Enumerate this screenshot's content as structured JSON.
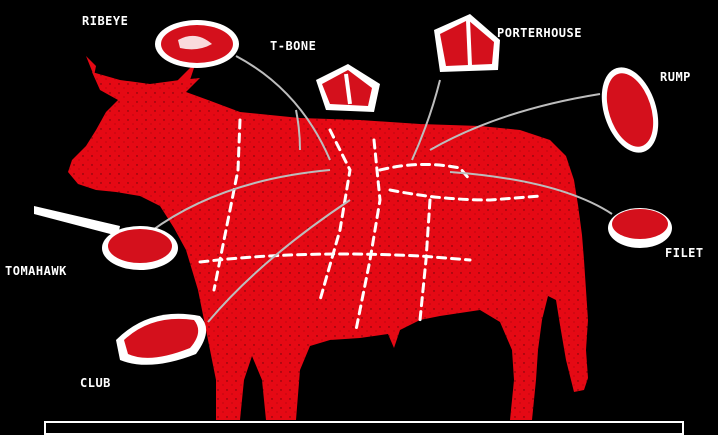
{
  "diagram": {
    "colors": {
      "background": "#000000",
      "cow": "#e50914",
      "meat": "#d4101c",
      "fat": "#ffffff",
      "leader_line": "#bdbdbd",
      "cut_line": "#ffffff"
    },
    "cuts": [
      {
        "id": "ribeye",
        "label": "RIBEYE"
      },
      {
        "id": "t-bone",
        "label": "T-BONE"
      },
      {
        "id": "porterhouse",
        "label": "PORTERHOUSE"
      },
      {
        "id": "rump",
        "label": "RUMP"
      },
      {
        "id": "filet",
        "label": "FILET"
      },
      {
        "id": "tomahawk",
        "label": "TOMAHAWK"
      },
      {
        "id": "club",
        "label": "CLUB"
      }
    ],
    "caption": ""
  }
}
